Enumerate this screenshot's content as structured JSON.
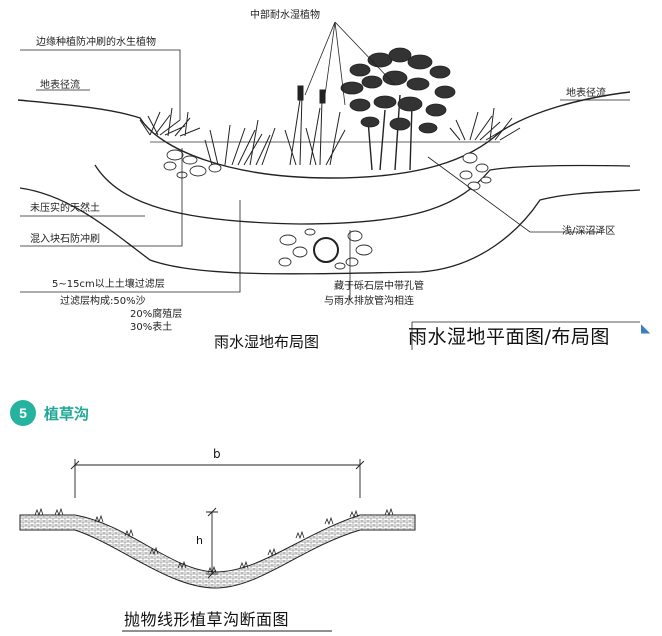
{
  "diagram1": {
    "labels": {
      "middle_plants": "中部耐水湿植物",
      "edge_plants": "边缘种植防冲刷的水生植物",
      "runoff_left": "地表径流",
      "runoff_right": "地表径流",
      "native_soil": "未压实的天然土",
      "stone_mix": "混入块石防冲刷",
      "marsh": "浅/深沼泽区",
      "filter_layer": "5~15cm以上土壤过滤层",
      "filter_comp": "过滤层构成:50%沙",
      "comp_2": "20%腐殖层",
      "comp_3": "30%表土",
      "pipe_1": "藏于砾石层中带孔管",
      "pipe_2": "与雨水排放管沟相连"
    },
    "caption_left": "雨水湿地布局图",
    "caption_right": "雨水湿地平面图/布局图"
  },
  "section": {
    "number": "5",
    "title": "植草沟",
    "badge_color": "#25b3a0"
  },
  "diagram2": {
    "dim_b": "b",
    "dim_h": "h",
    "caption": "抛物线形植草沟断面图"
  }
}
